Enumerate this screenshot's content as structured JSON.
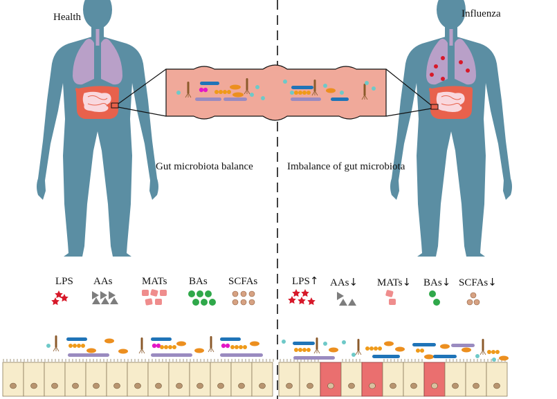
{
  "panels": {
    "left": {
      "title": "Health",
      "caption": "Gut microbiota balance"
    },
    "right": {
      "title": "Influenza",
      "caption": "Imbalance of  gut microbiota"
    }
  },
  "metabolites": {
    "left": [
      {
        "name": "LPS",
        "arrow": ""
      },
      {
        "name": "AAs",
        "arrow": ""
      },
      {
        "name": "MATs",
        "arrow": ""
      },
      {
        "name": "BAs",
        "arrow": ""
      },
      {
        "name": "SCFAs",
        "arrow": ""
      }
    ],
    "right": [
      {
        "name": "LPS",
        "arrow": "↑"
      },
      {
        "name": "AAs",
        "arrow": "↓"
      },
      {
        "name": "MATs",
        "arrow": "↓"
      },
      {
        "name": "BAs",
        "arrow": "↓"
      },
      {
        "name": "SCFAs",
        "arrow": "↓"
      }
    ]
  },
  "colors": {
    "body": "#5b8ea3",
    "lung": "#b9a0c8",
    "intestine": "#e8614c",
    "gut_wall": "#f0a99a",
    "lps": "#d7192a",
    "aas": "#7d7d7d",
    "mats": "#ef8d8d",
    "bas": "#2fa84a",
    "scfas": "#d6a283",
    "rod_blue": "#1f74b8",
    "rod_purple": "#9a8bc0",
    "cocci_orange": "#ef9a19",
    "ovoid_orange": "#ec8f1f",
    "diplo_magenta": "#e317c6",
    "teal_dot": "#6ec9c8",
    "enterocyte": "#f7eccb",
    "damaged_cell": "#ea6f6f"
  }
}
